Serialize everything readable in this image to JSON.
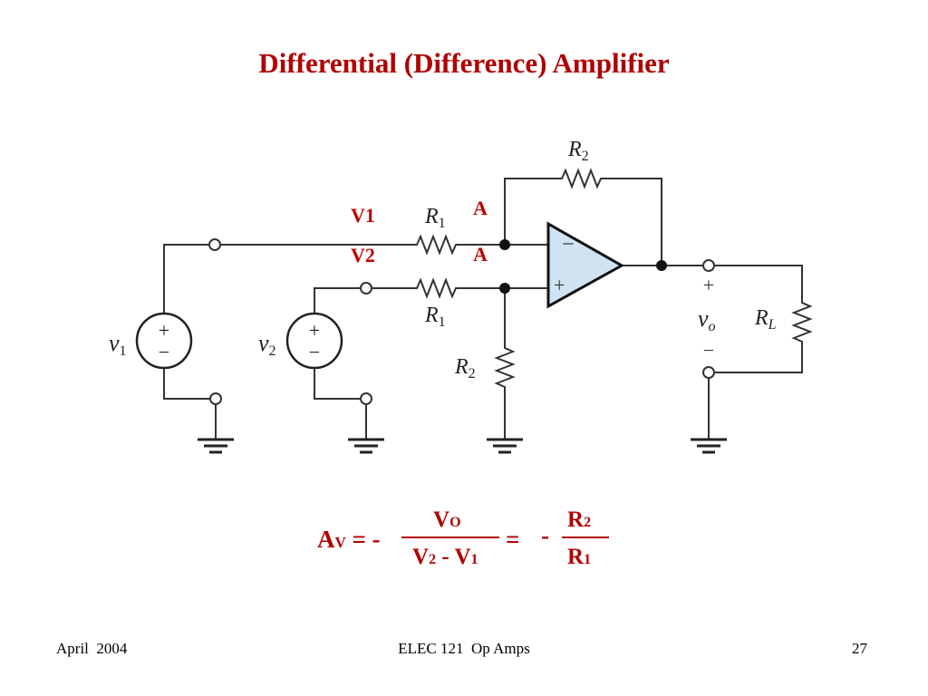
{
  "slide": {
    "title": "Differential (Difference) Amplifier",
    "footer": {
      "date": "April  2004",
      "course": "ELEC 121  Op Amps",
      "page_number": "27"
    }
  },
  "circuit": {
    "labels": {
      "R2_feedback": "R",
      "R2_feedback_sub": "2",
      "R1_top": "R",
      "R1_top_sub": "1",
      "R1_bottom": "R",
      "R1_bottom_sub": "1",
      "R2_ground": "R",
      "R2_ground_sub": "2",
      "RL": "R",
      "RL_sub": "L",
      "v1": "v",
      "v1_sub": "1",
      "v2": "v",
      "v2_sub": "2",
      "vo": "v",
      "vo_sub": "o",
      "out_plus": "+",
      "out_minus": "−",
      "opamp_minus": "−",
      "opamp_plus": "+",
      "src_plus": "+",
      "src_minus": "−"
    },
    "annotations": {
      "V1": "V1",
      "V2": "V2",
      "A_top": "A",
      "A_bottom": "A"
    },
    "colors": {
      "opamp_fill": "#cfe3f3",
      "annotation": "#c00000",
      "wire": "#333333"
    }
  },
  "equation": {
    "lhs": "A",
    "lhs_sub": "V",
    "eq1": "= -",
    "frac1_num": "V",
    "frac1_num_sub": "O",
    "frac1_den_a": "V",
    "frac1_den_a_sub": "2",
    "frac1_den_mid": " - ",
    "frac1_den_b": "V",
    "frac1_den_b_sub": "1",
    "eq2": "=",
    "minus": "-",
    "frac2_num": "R",
    "frac2_num_sub": "2",
    "frac2_den": "R",
    "frac2_den_sub": "1"
  }
}
